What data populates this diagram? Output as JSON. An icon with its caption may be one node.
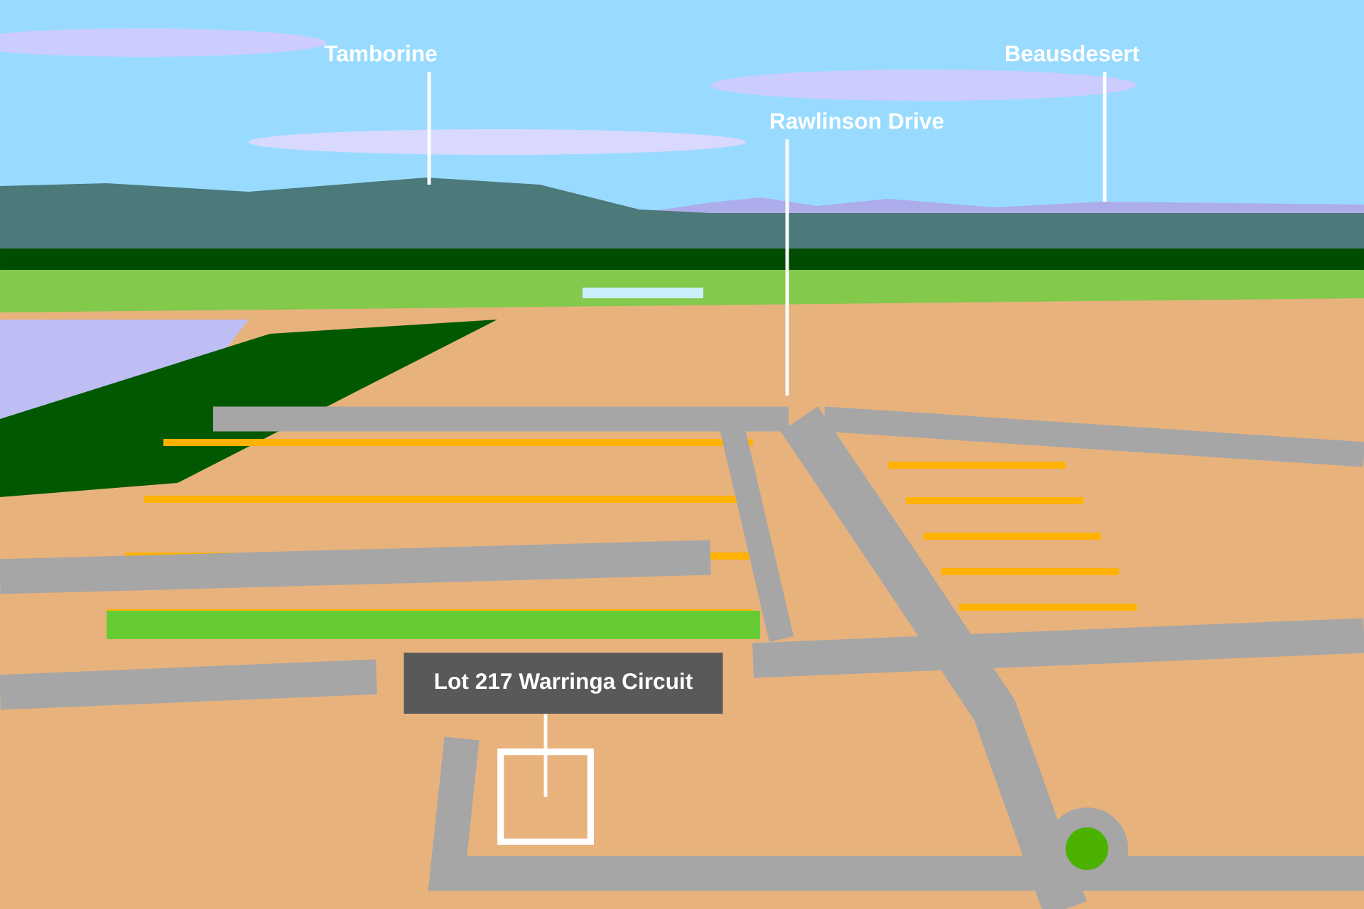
{
  "diagram": {
    "nodes": [
      {
        "text": [
          "Tamborine"
        ]
      },
      {
        "text": [
          "Beausdesert"
        ]
      },
      {
        "text": [
          "Rawlinson Drive"
        ]
      },
      {
        "text": [
          "Lot 217 Warringa Circuit"
        ]
      },
      {
        "text": [],
        "shape": "box"
      }
    ],
    "edges": [
      {
        "from": 0,
        "to": null,
        "arrow": "none"
      },
      {
        "from": 1,
        "to": null,
        "arrow": "none"
      },
      {
        "from": 2,
        "to": null,
        "arrow": "none"
      },
      {
        "from": 3,
        "to": 4,
        "arrow": "none"
      }
    ]
  }
}
